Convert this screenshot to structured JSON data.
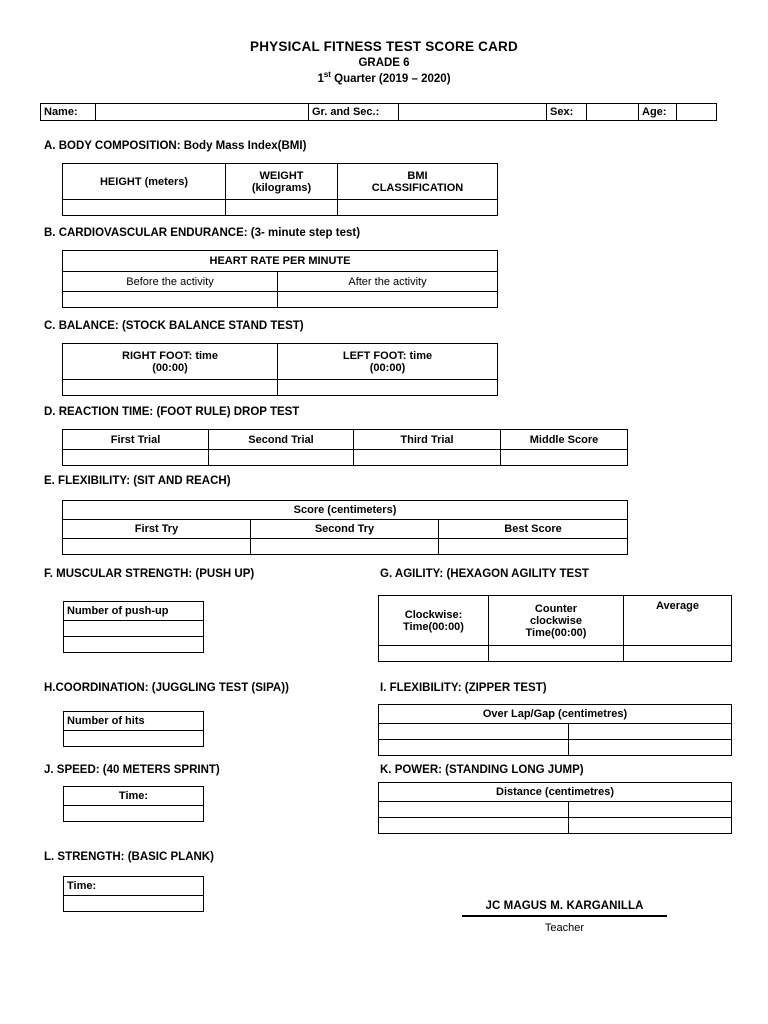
{
  "header": {
    "title": "PHYSICAL FITNESS TEST SCORE CARD",
    "grade": "GRADE 6",
    "quarter_prefix": "1",
    "quarter_sup": "st",
    "quarter_rest": " Quarter (2019 – 2020)"
  },
  "info_row": {
    "name_label": "Name:",
    "name_value": "",
    "grade_section_label": "Gr.  and Sec.:",
    "grade_section_value": "",
    "sex_label": "Sex:",
    "sex_value": "",
    "age_label": "Age:",
    "age_value": ""
  },
  "sections": {
    "a": {
      "heading": "A. BODY COMPOSITION: Body Mass Index(BMI)",
      "headers": [
        "HEIGHT (meters)",
        "WEIGHT\n(kilograms)",
        "BMI\nCLASSIFICATION"
      ],
      "header_height": "HEIGHT (meters)",
      "header_weight_l1": "WEIGHT",
      "header_weight_l2": "(kilograms)",
      "header_bmi_l1": "BMI",
      "header_bmi_l2": "CLASSIFICATION",
      "values": [
        "",
        "",
        ""
      ]
    },
    "b": {
      "heading": "B. CARDIOVASCULAR ENDURANCE: (3- minute step test)",
      "title_row": "HEART RATE PER MINUTE",
      "headers": [
        "Before the activity",
        "After the activity"
      ],
      "values": [
        "",
        ""
      ]
    },
    "c": {
      "heading": "C.  BALANCE: (STOCK BALANCE STAND TEST)",
      "header_right_l1": "RIGHT FOOT: time",
      "header_right_l2": "(00:00)",
      "header_left_l1": "LEFT FOOT: time",
      "header_left_l2": "(00:00)",
      "values": [
        "",
        ""
      ]
    },
    "d": {
      "heading": "D. REACTION TIME: (FOOT RULE) DROP TEST",
      "headers": [
        "First Trial",
        "Second Trial",
        "Third Trial",
        "Middle Score"
      ],
      "values": [
        "",
        "",
        "",
        ""
      ]
    },
    "e": {
      "heading": "E.  FLEXIBILITY: (SIT AND REACH)",
      "title_row": "Score (centimeters)",
      "headers": [
        "First Try",
        "Second Try",
        "Best Score"
      ],
      "values": [
        "",
        "",
        ""
      ]
    },
    "f": {
      "heading": "F. MUSCULAR STRENGTH: (PUSH UP)",
      "header": "Number of push-up",
      "values": [
        "",
        ""
      ]
    },
    "g": {
      "heading": "G. AGILITY: (HEXAGON AGILITY TEST",
      "header_clockwise_l1": "Clockwise:",
      "header_clockwise_l2": "Time(00:00)",
      "header_counter_l1": "Counter",
      "header_counter_l2": "clockwise",
      "header_counter_l3": "Time(00:00)",
      "header_average": "Average",
      "values": [
        "",
        "",
        ""
      ]
    },
    "h": {
      "heading": "H.COORDINATION: (JUGGLING TEST (SIPA))",
      "header": "Number of hits",
      "values": [
        ""
      ]
    },
    "i": {
      "heading": "I. FLEXIBILITY: (ZIPPER TEST)",
      "title_row": "Over Lap/Gap (centimetres)",
      "values": [
        [
          "",
          ""
        ],
        [
          "",
          ""
        ]
      ]
    },
    "j": {
      "heading": "J. SPEED: (40 METERS SPRINT)",
      "header": "Time:",
      "values": [
        ""
      ]
    },
    "k": {
      "heading": "K. POWER: (STANDING LONG JUMP)",
      "title_row": "Distance (centimetres)",
      "values": [
        [
          "",
          ""
        ],
        [
          "",
          ""
        ]
      ]
    },
    "l": {
      "heading": "L. STRENGTH: (BASIC PLANK)",
      "header": "Time:",
      "values": [
        ""
      ]
    }
  },
  "signature": {
    "name": "JC MAGUS M. KARGANILLA",
    "role": "Teacher"
  }
}
